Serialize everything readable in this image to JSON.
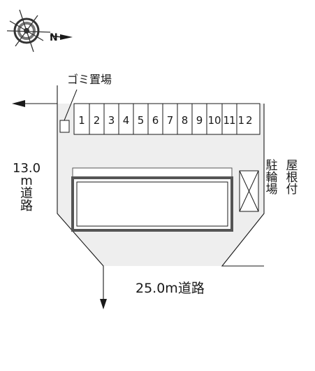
{
  "labels": {
    "garbage": "ゴミ置場",
    "road_bottom": "25.0m道路",
    "road_left": [
      "13.0",
      "m",
      "道",
      "路"
    ],
    "bicycle": [
      "駐",
      "輪",
      "場"
    ],
    "roof": [
      "屋",
      "根",
      "付"
    ]
  },
  "parking_slots": [
    "1",
    "2",
    "3",
    "4",
    "5",
    "6",
    "7",
    "8",
    "9",
    "10",
    "11",
    "12"
  ],
  "compass": {
    "letter": "N"
  },
  "colors": {
    "lot_fill": "#eeeeee",
    "line": "#1a1a1a",
    "building_border": "#555555"
  }
}
